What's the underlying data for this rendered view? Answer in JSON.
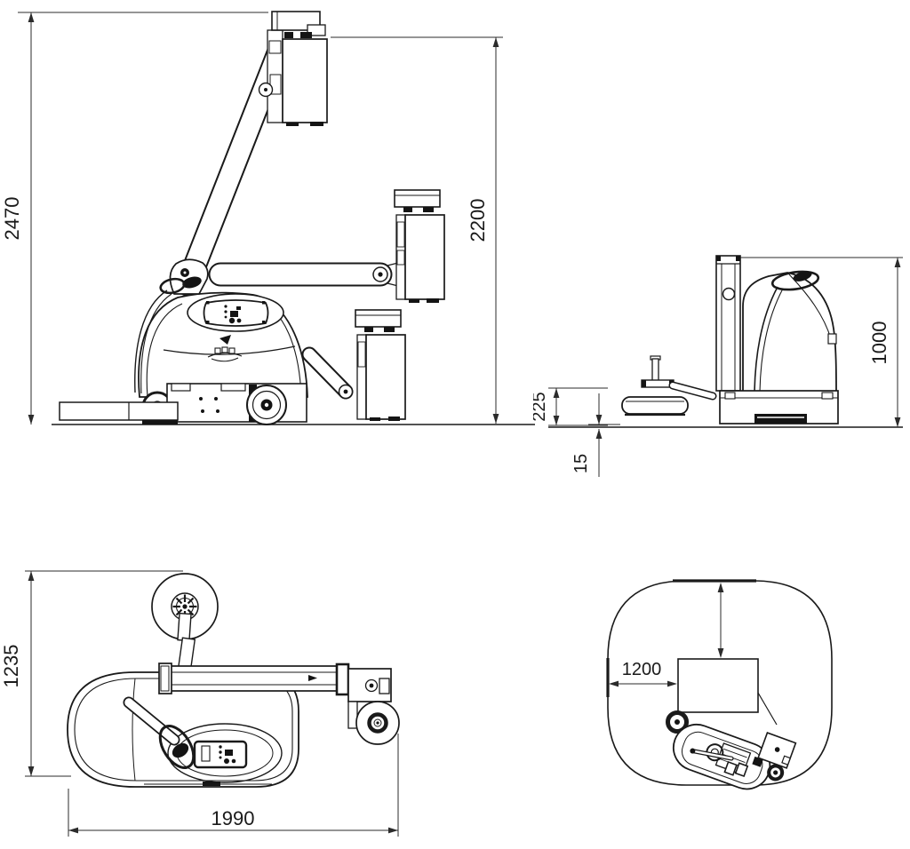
{
  "views": {
    "side": {
      "overall_height": "2470",
      "max_wrap_height": "2200"
    },
    "rear": {
      "machine_height": "1000",
      "roller_height": "225",
      "ground_clearance": "15"
    },
    "plan": {
      "overall_width": "1235",
      "overall_length": "1990"
    },
    "working_area": {
      "side_clearance": "1200"
    }
  }
}
